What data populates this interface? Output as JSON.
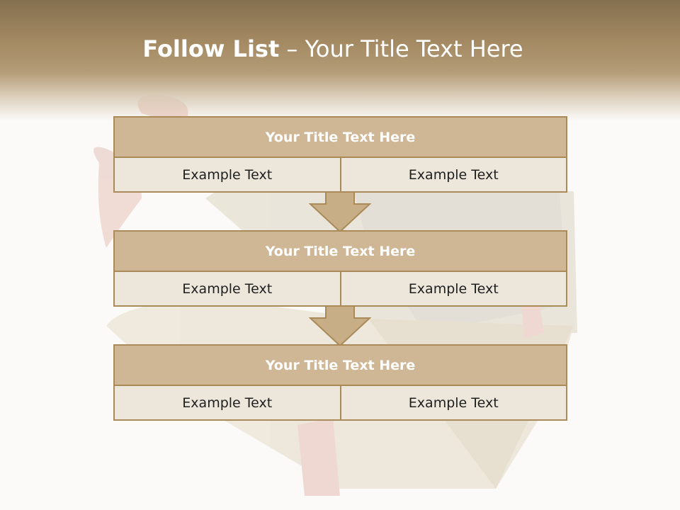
{
  "slide": {
    "title_bold": "Follow List",
    "title_rest": " – Your Title Text Here"
  },
  "steps": [
    {
      "title": "Your Title Text Here",
      "left": "Example Text",
      "right": "Example Text"
    },
    {
      "title": "Your Title Text Here",
      "left": "Example Text",
      "right": "Example Text"
    },
    {
      "title": "Your Title Text Here",
      "left": "Example Text",
      "right": "Example Text"
    }
  ],
  "colors": {
    "header": "#a48a63",
    "block_title": "#cfb796",
    "block_body": "#ede6da",
    "border": "#a98a58",
    "arrow": "#c7ae87"
  },
  "icons": [
    "down-arrow-icon",
    "down-arrow-icon"
  ]
}
